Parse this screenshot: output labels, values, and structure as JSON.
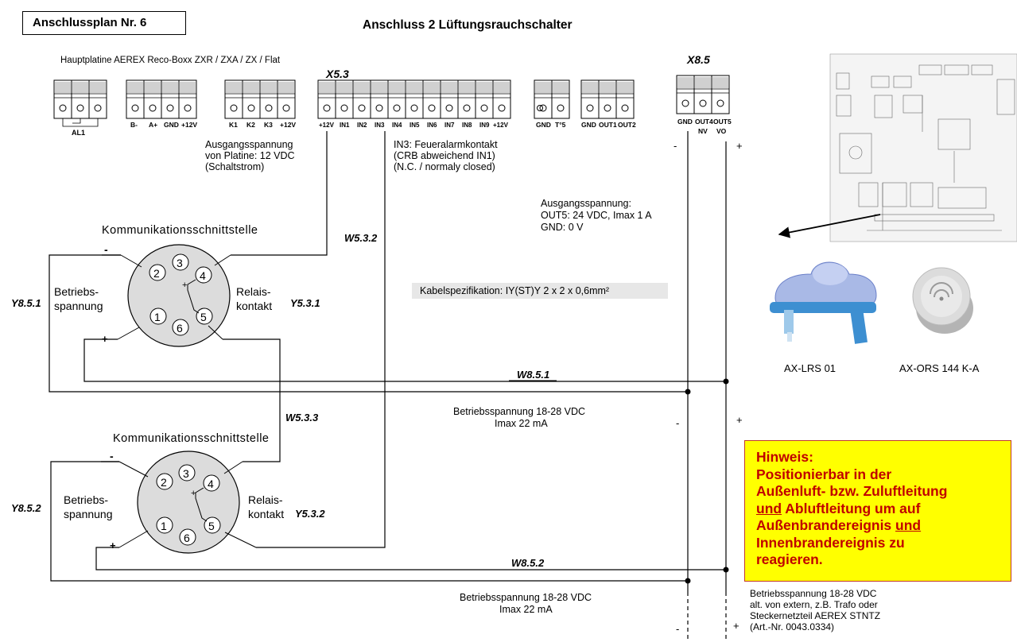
{
  "title": "Anschlussplan Nr. 6",
  "heading": "Anschluss  2 Lüftungsrauchschalter",
  "board_label": "Hauptplatine AEREX Reco-Boxx  ZXR / ZXA / ZX / Flat",
  "x53": "X5.3",
  "x85": "X8.5",
  "terminals": {
    "al1": "AL1",
    "group2": [
      "B-",
      "A+",
      "GND",
      "+12V"
    ],
    "group3": [
      "K1",
      "K2",
      "K3",
      "+12V"
    ],
    "group4": [
      "+12V",
      "IN1",
      "IN2",
      "IN3",
      "IN4",
      "IN5",
      "IN6",
      "IN7",
      "IN8",
      "IN9",
      "+12V"
    ],
    "group5": [
      "GND",
      "T°5"
    ],
    "group6": [
      "GND",
      "OUT1",
      "OUT2"
    ],
    "group7": [
      "GND",
      "OUT4",
      "OUT5"
    ],
    "group7b": [
      "NV",
      "VO"
    ]
  },
  "out_note": [
    "Ausgangsspannung",
    "von Platine: 12 VDC",
    "(Schaltstrom)"
  ],
  "in3_note": [
    "IN3: Feueralarmkontakt",
    "(CRB abweichend IN1)",
    "(N.C. / normaly closed)"
  ],
  "out5_note": [
    "Ausgangsspannung:",
    "OUT5: 24 VDC, Imax 1 A",
    "GND: 0 V"
  ],
  "cable_spec": "Kabelspezifikation: IY(ST)Y 2 x 2 x 0,6mm²",
  "comm": "Kommunikationsschnittstelle",
  "betrieb1": "Betriebs-",
  "betrieb2": "spannung",
  "relais1": "Relais-",
  "relais2": "kontakt",
  "pins": [
    "1",
    "2",
    "3",
    "4",
    "5",
    "6"
  ],
  "wires": {
    "w532": "W5.3.2",
    "w533": "W5.3.3",
    "w851": "W8.5.1",
    "w852": "W8.5.2",
    "y851": "Y8.5.1",
    "y852": "Y8.5.2",
    "y531": "Y5.3.1",
    "y532": "Y5.3.2"
  },
  "supply1": [
    "Betriebsspannung 18-28 VDC",
    "Imax 22 mA"
  ],
  "supply2": [
    "Betriebsspannung 18-28 VDC",
    "Imax 22 mA"
  ],
  "ext_supply": [
    "Betriebsspannung 18-28 VDC",
    "alt. von extern, z.B. Trafo oder",
    "Steckernetzteil AEREX STNTZ",
    "(Art.-Nr. 0043.0334)"
  ],
  "signs": {
    "minus": "-",
    "plus": "+"
  },
  "products": [
    "AX-LRS 01",
    "AX-ORS 144 K-A"
  ],
  "hint": {
    "title": "Hinweis:",
    "l1": "Positionierbar in der",
    "l2": "Außenluft- bzw. Zuluftleitung",
    "l3a": "und",
    "l3b": " Abluftleitung um auf",
    "l4a": "Außenbrandereignis ",
    "l4b": "und",
    "l5": "Innenbrandereignis zu",
    "l6": "reagieren."
  }
}
